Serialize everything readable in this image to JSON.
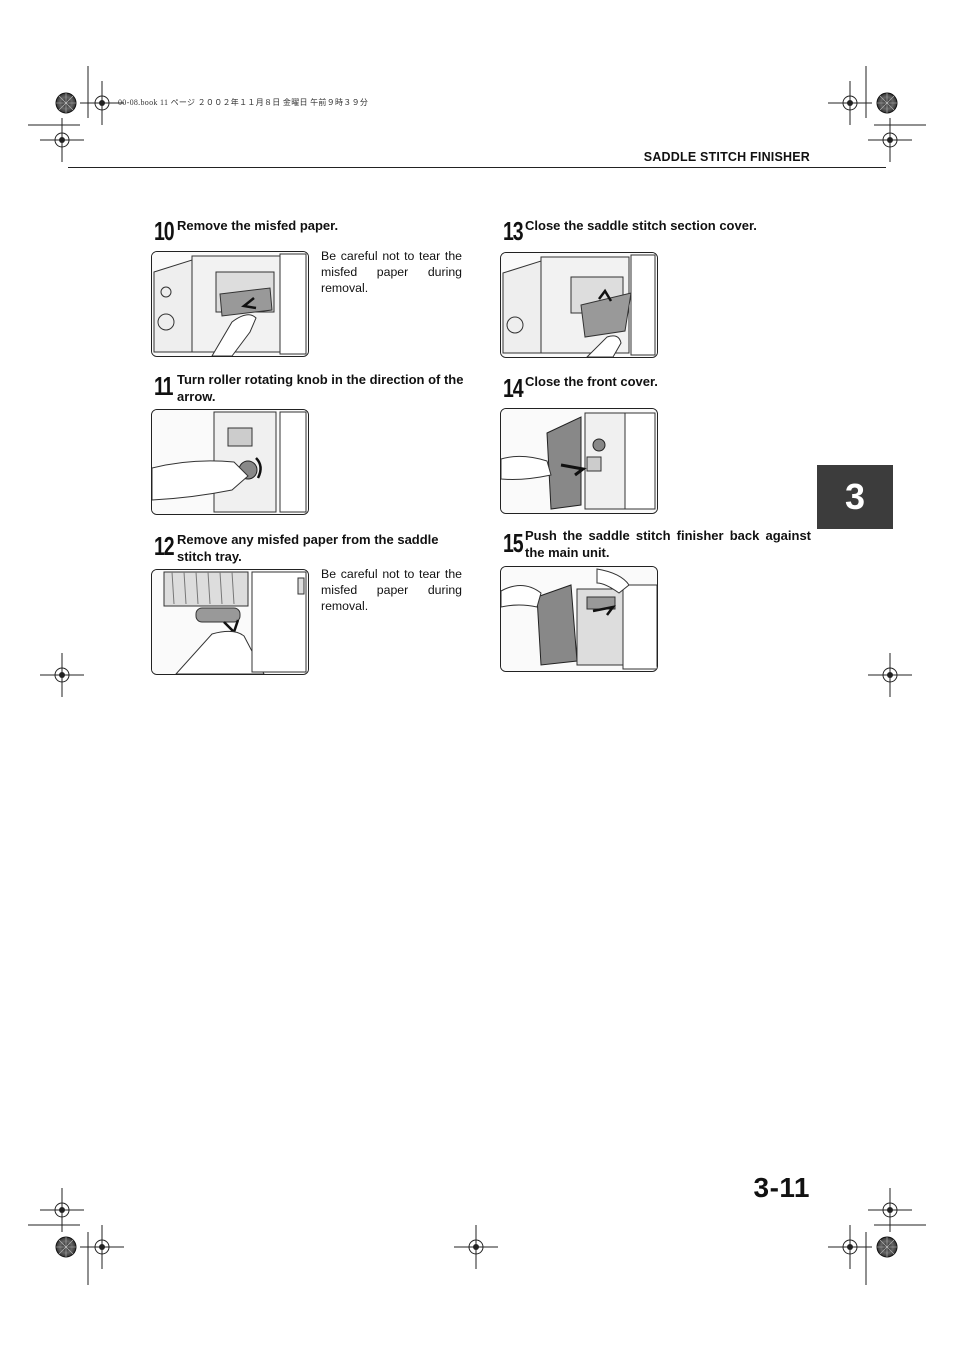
{
  "print_info": "00-08.book  11 ページ  ２００２年１１月８日  金曜日  午前９時３９分",
  "header": {
    "section_title": "SADDLE STITCH FINISHER"
  },
  "chapter_tab": {
    "number": "3"
  },
  "steps": [
    {
      "number": "10",
      "text": "Remove the misfed paper.",
      "note": "Be careful not to tear the misfed paper during removal."
    },
    {
      "number": "11",
      "text": "Turn roller rotating knob in the direction of the arrow."
    },
    {
      "number": "12",
      "text": "Remove any misfed paper from the saddle stitch tray.",
      "note": "Be careful not to tear the misfed paper during removal."
    },
    {
      "number": "13",
      "text": "Close the saddle stitch section cover."
    },
    {
      "number": "14",
      "text": "Close the front cover."
    },
    {
      "number": "15",
      "text": "Push the saddle stitch finisher back against the main unit."
    }
  ],
  "footer": {
    "page_number": "3-11"
  }
}
